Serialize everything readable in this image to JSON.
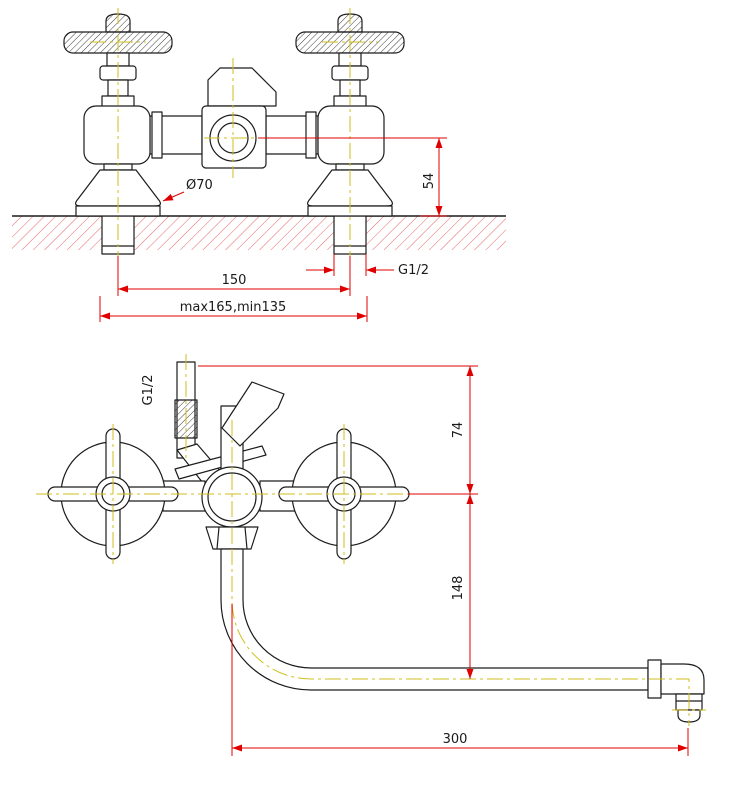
{
  "colors": {
    "outline": "#1c1c1c",
    "dimension_red": "#e00000",
    "centerline_yellow": "#cfbf1d",
    "background": "#ffffff"
  },
  "top_view": {
    "labels": {
      "flange_diameter": "Ø70",
      "spout_to_wall": "54",
      "thread_size": "G1/2",
      "hole_spacing": "150",
      "adjust_range": "max165,min135"
    }
  },
  "bottom_view": {
    "labels": {
      "shower_thread": "G1/2",
      "top_height": "74",
      "drop_height": "148",
      "spout_reach": "300"
    }
  }
}
